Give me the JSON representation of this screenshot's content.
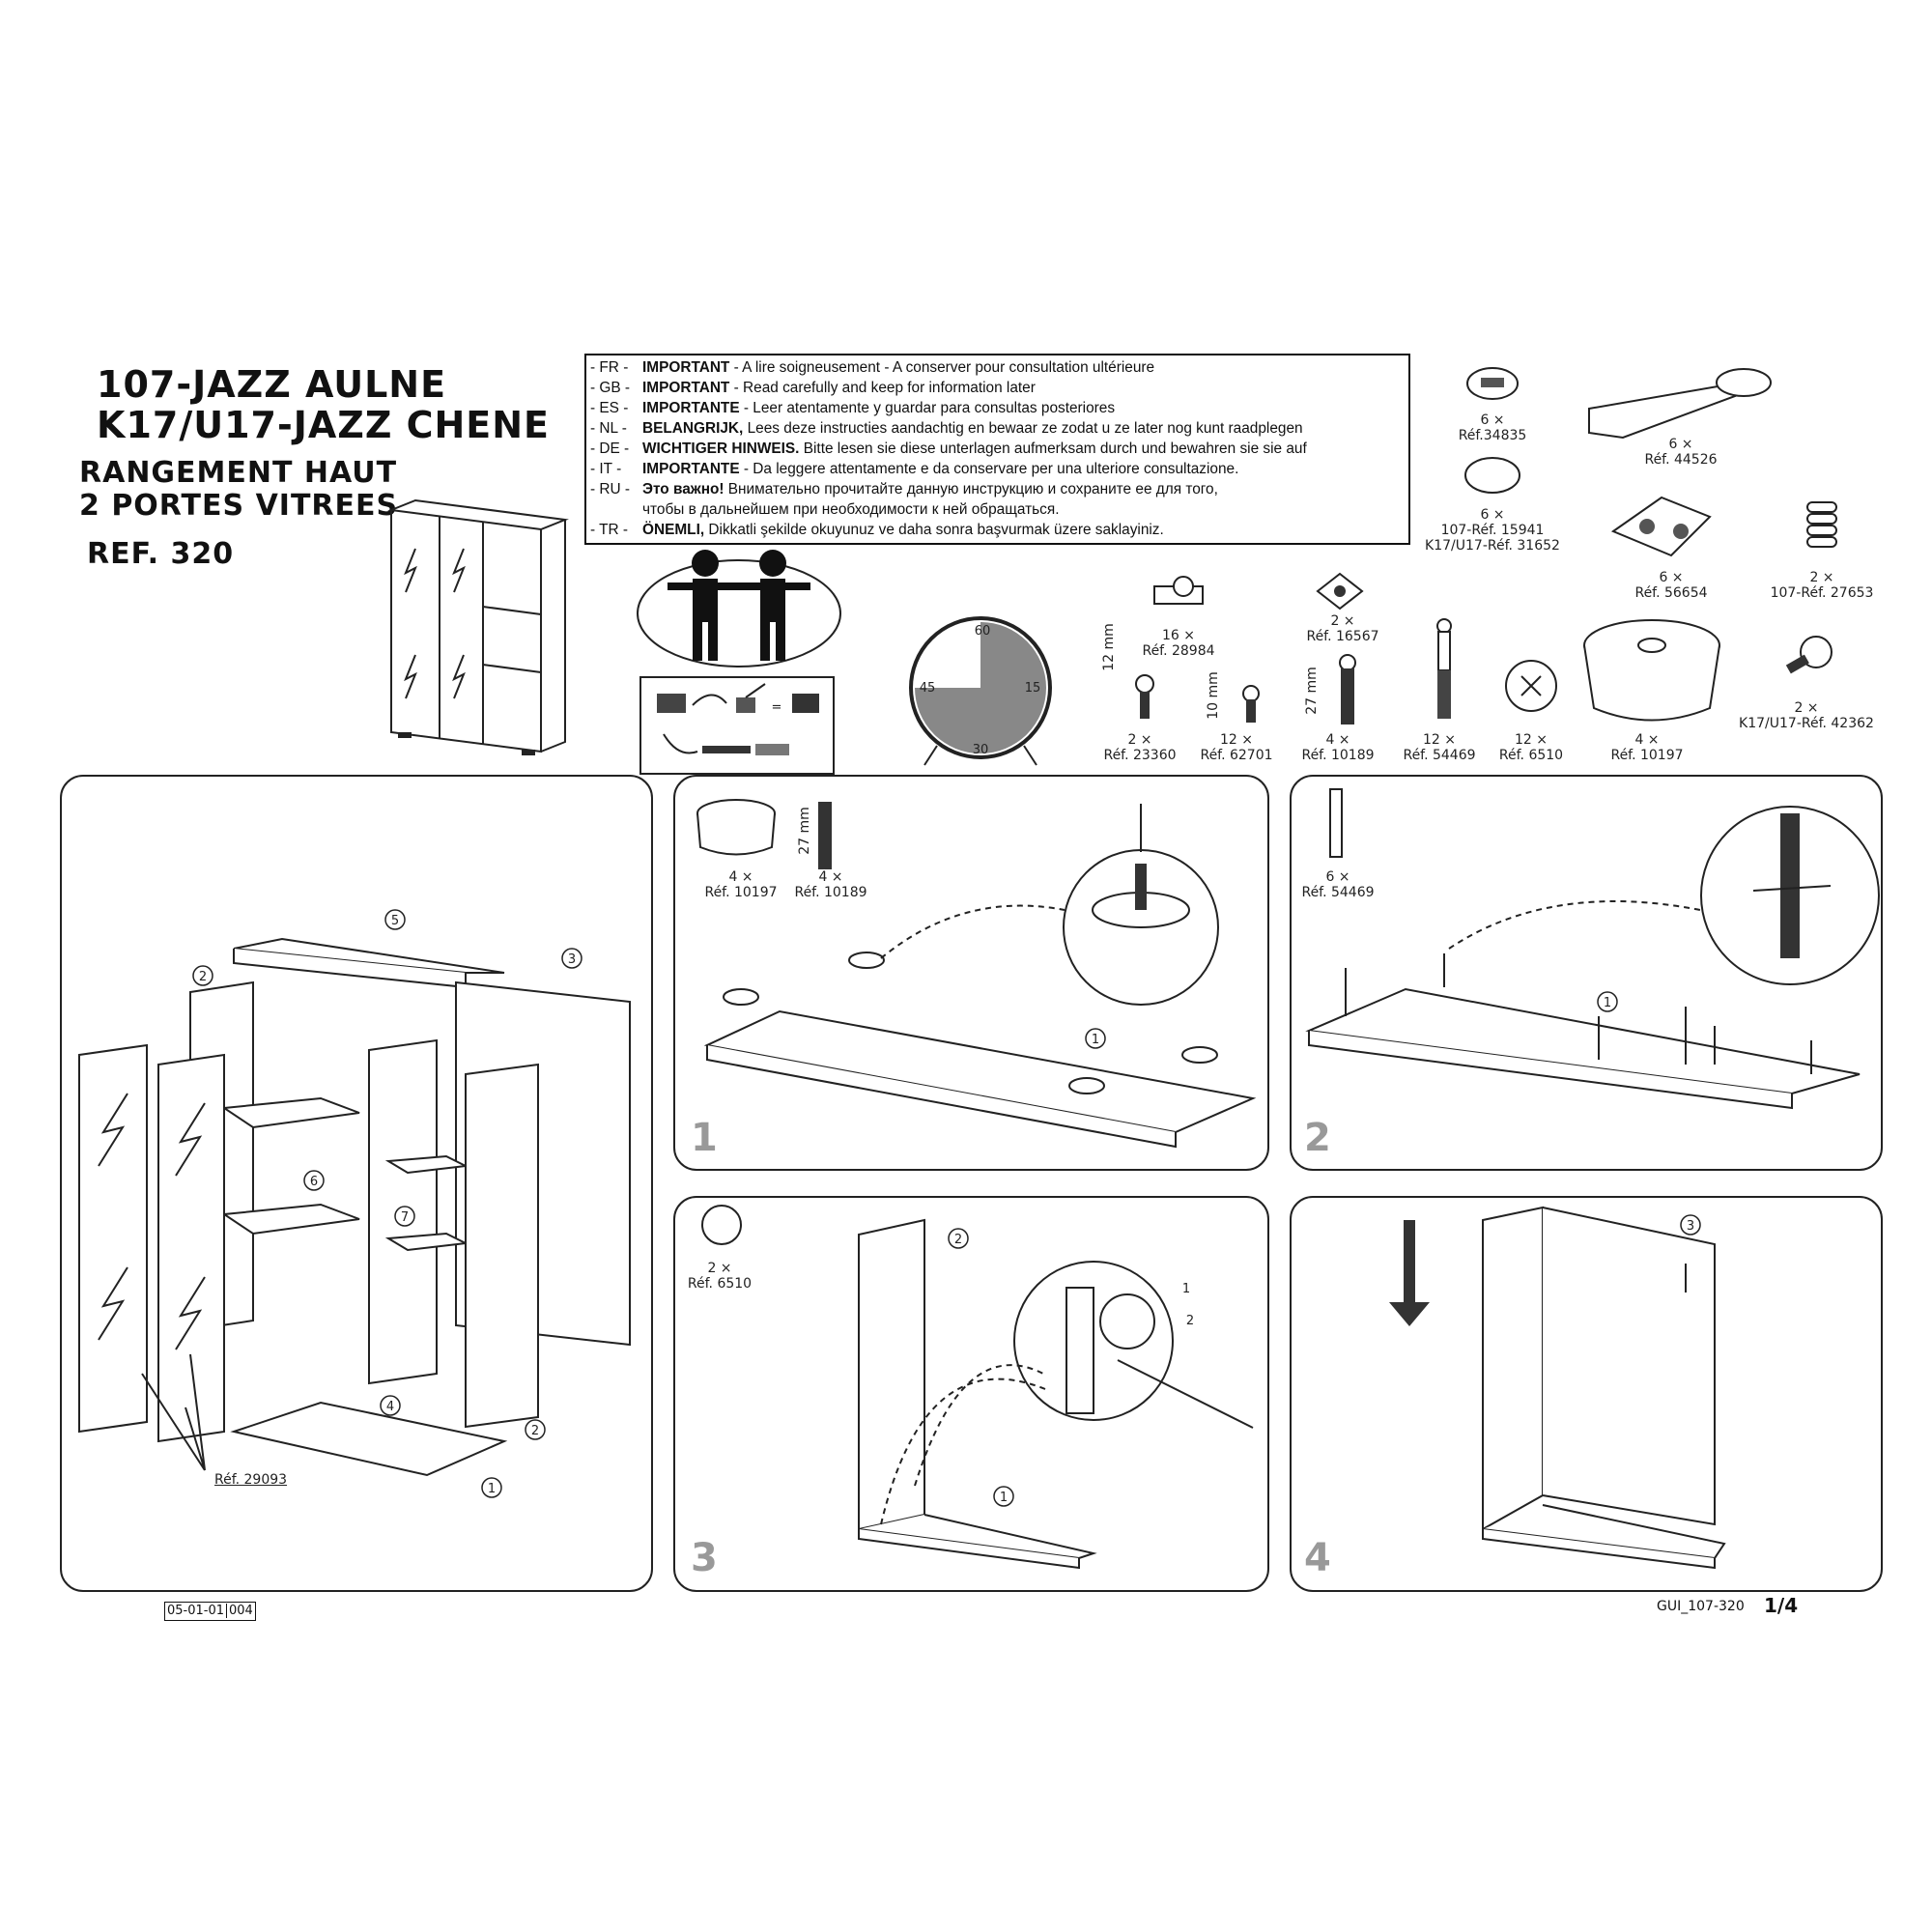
{
  "header": {
    "line1": "107-JAZZ AULNE",
    "line2": "K17/U17-JAZZ CHENE",
    "line3": "RANGEMENT HAUT",
    "line4": "2 PORTES VITREES",
    "ref": "REF. 320"
  },
  "warnings": [
    {
      "code": "- FR -",
      "bold": "IMPORTANT",
      "text": " - A lire soigneusement - A conserver pour consultation ultérieure"
    },
    {
      "code": "- GB -",
      "bold": "IMPORTANT",
      "text": " - Read carefully and keep for information later"
    },
    {
      "code": "- ES -",
      "bold": "IMPORTANTE",
      "text": " - Leer atentamente y guardar para consultas posteriores"
    },
    {
      "code": "- NL -",
      "bold": "BELANGRIJK,",
      "text": " Lees deze instructies aandachtig en bewaar ze zodat u ze later nog kunt raadplegen"
    },
    {
      "code": "- DE -",
      "bold": "WICHTIGER HINWEIS.",
      "text": " Bitte lesen sie diese unterlagen aufmerksam durch und bewahren sie sie auf"
    },
    {
      "code": "- IT -",
      "bold": "IMPORTANTE",
      "text": " - Da leggere attentamente e da conservare per una ulteriore consultazione."
    },
    {
      "code": "- RU -",
      "bold": "Это важно!",
      "text": " Внимательно прочитайте данную инструкцию и сохраните ее для того,"
    },
    {
      "code": "",
      "bold": "",
      "text": "чтобы в дальнейшем при необходимости к ней обращаться."
    },
    {
      "code": "- TR -",
      "bold": "ÖNEMLI,",
      "text": " Dikkatli şekilde okuyunuz ve daha sonra başvurmak üzere saklayiniz."
    }
  ],
  "clock": {
    "n60": "60",
    "n15": "15",
    "n30": "30",
    "n45": "45"
  },
  "parts": {
    "p34835": {
      "qty": "6 ×",
      "ref": "Réf.34835"
    },
    "p44526": {
      "qty": "6 ×",
      "ref": "Réf. 44526"
    },
    "p15941": {
      "qty": "6 ×",
      "ref": "107-Réf. 15941",
      "ref2": "K17/U17-Réf. 31652"
    },
    "p56654": {
      "qty": "6 ×",
      "ref": "Réf. 56654"
    },
    "p27653": {
      "qty": "2 ×",
      "ref": "107-Réf. 27653"
    },
    "p28984": {
      "qty": "16 ×",
      "ref": "Réf. 28984"
    },
    "p16567": {
      "qty": "2 ×",
      "ref": "Réf. 16567"
    },
    "p23360": {
      "qty": "2 ×",
      "ref": "Réf. 23360",
      "dim": "12 mm"
    },
    "p62701": {
      "qty": "12 ×",
      "ref": "Réf. 62701",
      "dim": "10 mm"
    },
    "p10189": {
      "qty": "4 ×",
      "ref": "Réf. 10189",
      "dim": "27 mm"
    },
    "p54469": {
      "qty": "12 ×",
      "ref": "Réf. 54469"
    },
    "p6510": {
      "qty": "12 ×",
      "ref": "Réf. 6510"
    },
    "p10197": {
      "qty": "4 ×",
      "ref": "Réf. 10197"
    },
    "p42362": {
      "qty": "2 ×",
      "ref": "K17/U17-Réf. 42362"
    }
  },
  "overview": {
    "glass_ref": "Réf. 29093",
    "labels": [
      "1",
      "2",
      "2",
      "3",
      "4",
      "5",
      "6",
      "7"
    ]
  },
  "steps": [
    {
      "num": "1",
      "parts": [
        {
          "qty": "4 ×",
          "ref": "Réf. 10197"
        },
        {
          "qty": "4 ×",
          "ref": "Réf. 10189",
          "dim": "27 mm"
        }
      ],
      "callout": "1"
    },
    {
      "num": "2",
      "parts": [
        {
          "qty": "6 ×",
          "ref": "Réf. 54469"
        }
      ],
      "callout": "1"
    },
    {
      "num": "3",
      "parts": [
        {
          "qty": "2 ×",
          "ref": "Réf. 6510"
        }
      ],
      "callouts": [
        "2",
        "1",
        "1",
        "2"
      ]
    },
    {
      "num": "4",
      "callout": "3"
    }
  ],
  "footer": {
    "date": "05-01-01",
    "code": "004",
    "doc": "GUI_107-320",
    "page": "1/4"
  }
}
